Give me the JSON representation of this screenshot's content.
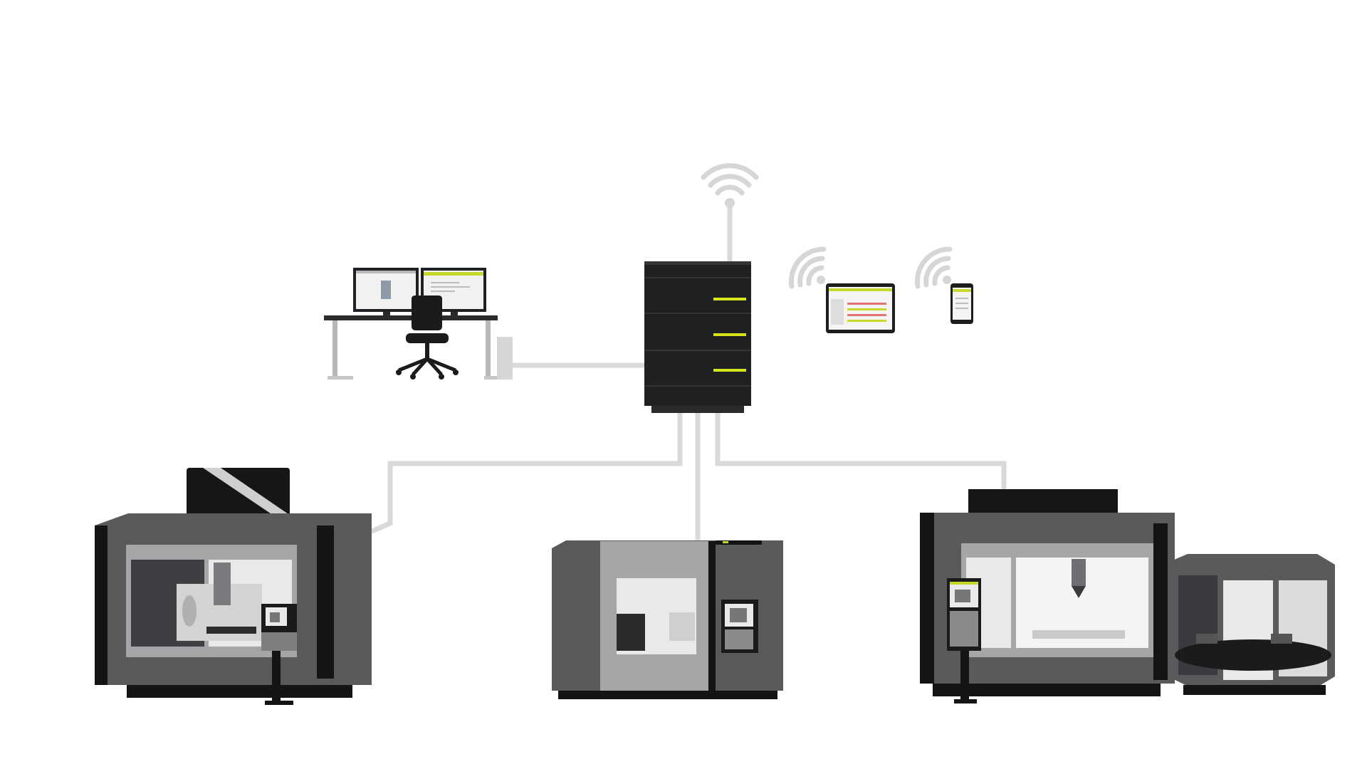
{
  "colors": {
    "background": "#ffffff",
    "cable": "#d9d9d9",
    "wifi": "#d6d6d6",
    "server_body": "#1f2022",
    "server_led": "#d4e619",
    "machine_body_dark": "#595a5c",
    "machine_body_light": "#a5a6a8",
    "machine_black": "#141414",
    "machine_window": "#e9e9e9",
    "accent_green": "#c5d82b",
    "device_screen": "#f4f4f4"
  },
  "nodes": [
    {
      "id": "engineering-workstation",
      "icon": "workstation-desk-icon"
    },
    {
      "id": "central-server",
      "icon": "server-rack-icon"
    },
    {
      "id": "server-wifi-antenna",
      "icon": "wifi-icon"
    },
    {
      "id": "tablet-device",
      "icon": "tablet-icon"
    },
    {
      "id": "smartphone-device",
      "icon": "smartphone-icon"
    },
    {
      "id": "milling-machine-left",
      "icon": "cnc-milling-machine-icon"
    },
    {
      "id": "turning-lathe-center",
      "icon": "cnc-lathe-icon"
    },
    {
      "id": "milling-center-pallet",
      "icon": "cnc-pallet-machine-icon"
    }
  ],
  "connections": [
    {
      "from": "engineering-workstation",
      "to": "central-server",
      "type": "cable"
    },
    {
      "from": "central-server",
      "to": "milling-machine-left",
      "type": "cable"
    },
    {
      "from": "central-server",
      "to": "turning-lathe-center",
      "type": "cable"
    },
    {
      "from": "central-server",
      "to": "milling-center-pallet",
      "type": "cable"
    },
    {
      "from": "central-server",
      "to": "server-wifi-antenna",
      "type": "cable"
    },
    {
      "from": "server-wifi-antenna",
      "to": "tablet-device",
      "type": "wireless"
    },
    {
      "from": "server-wifi-antenna",
      "to": "smartphone-device",
      "type": "wireless"
    }
  ]
}
